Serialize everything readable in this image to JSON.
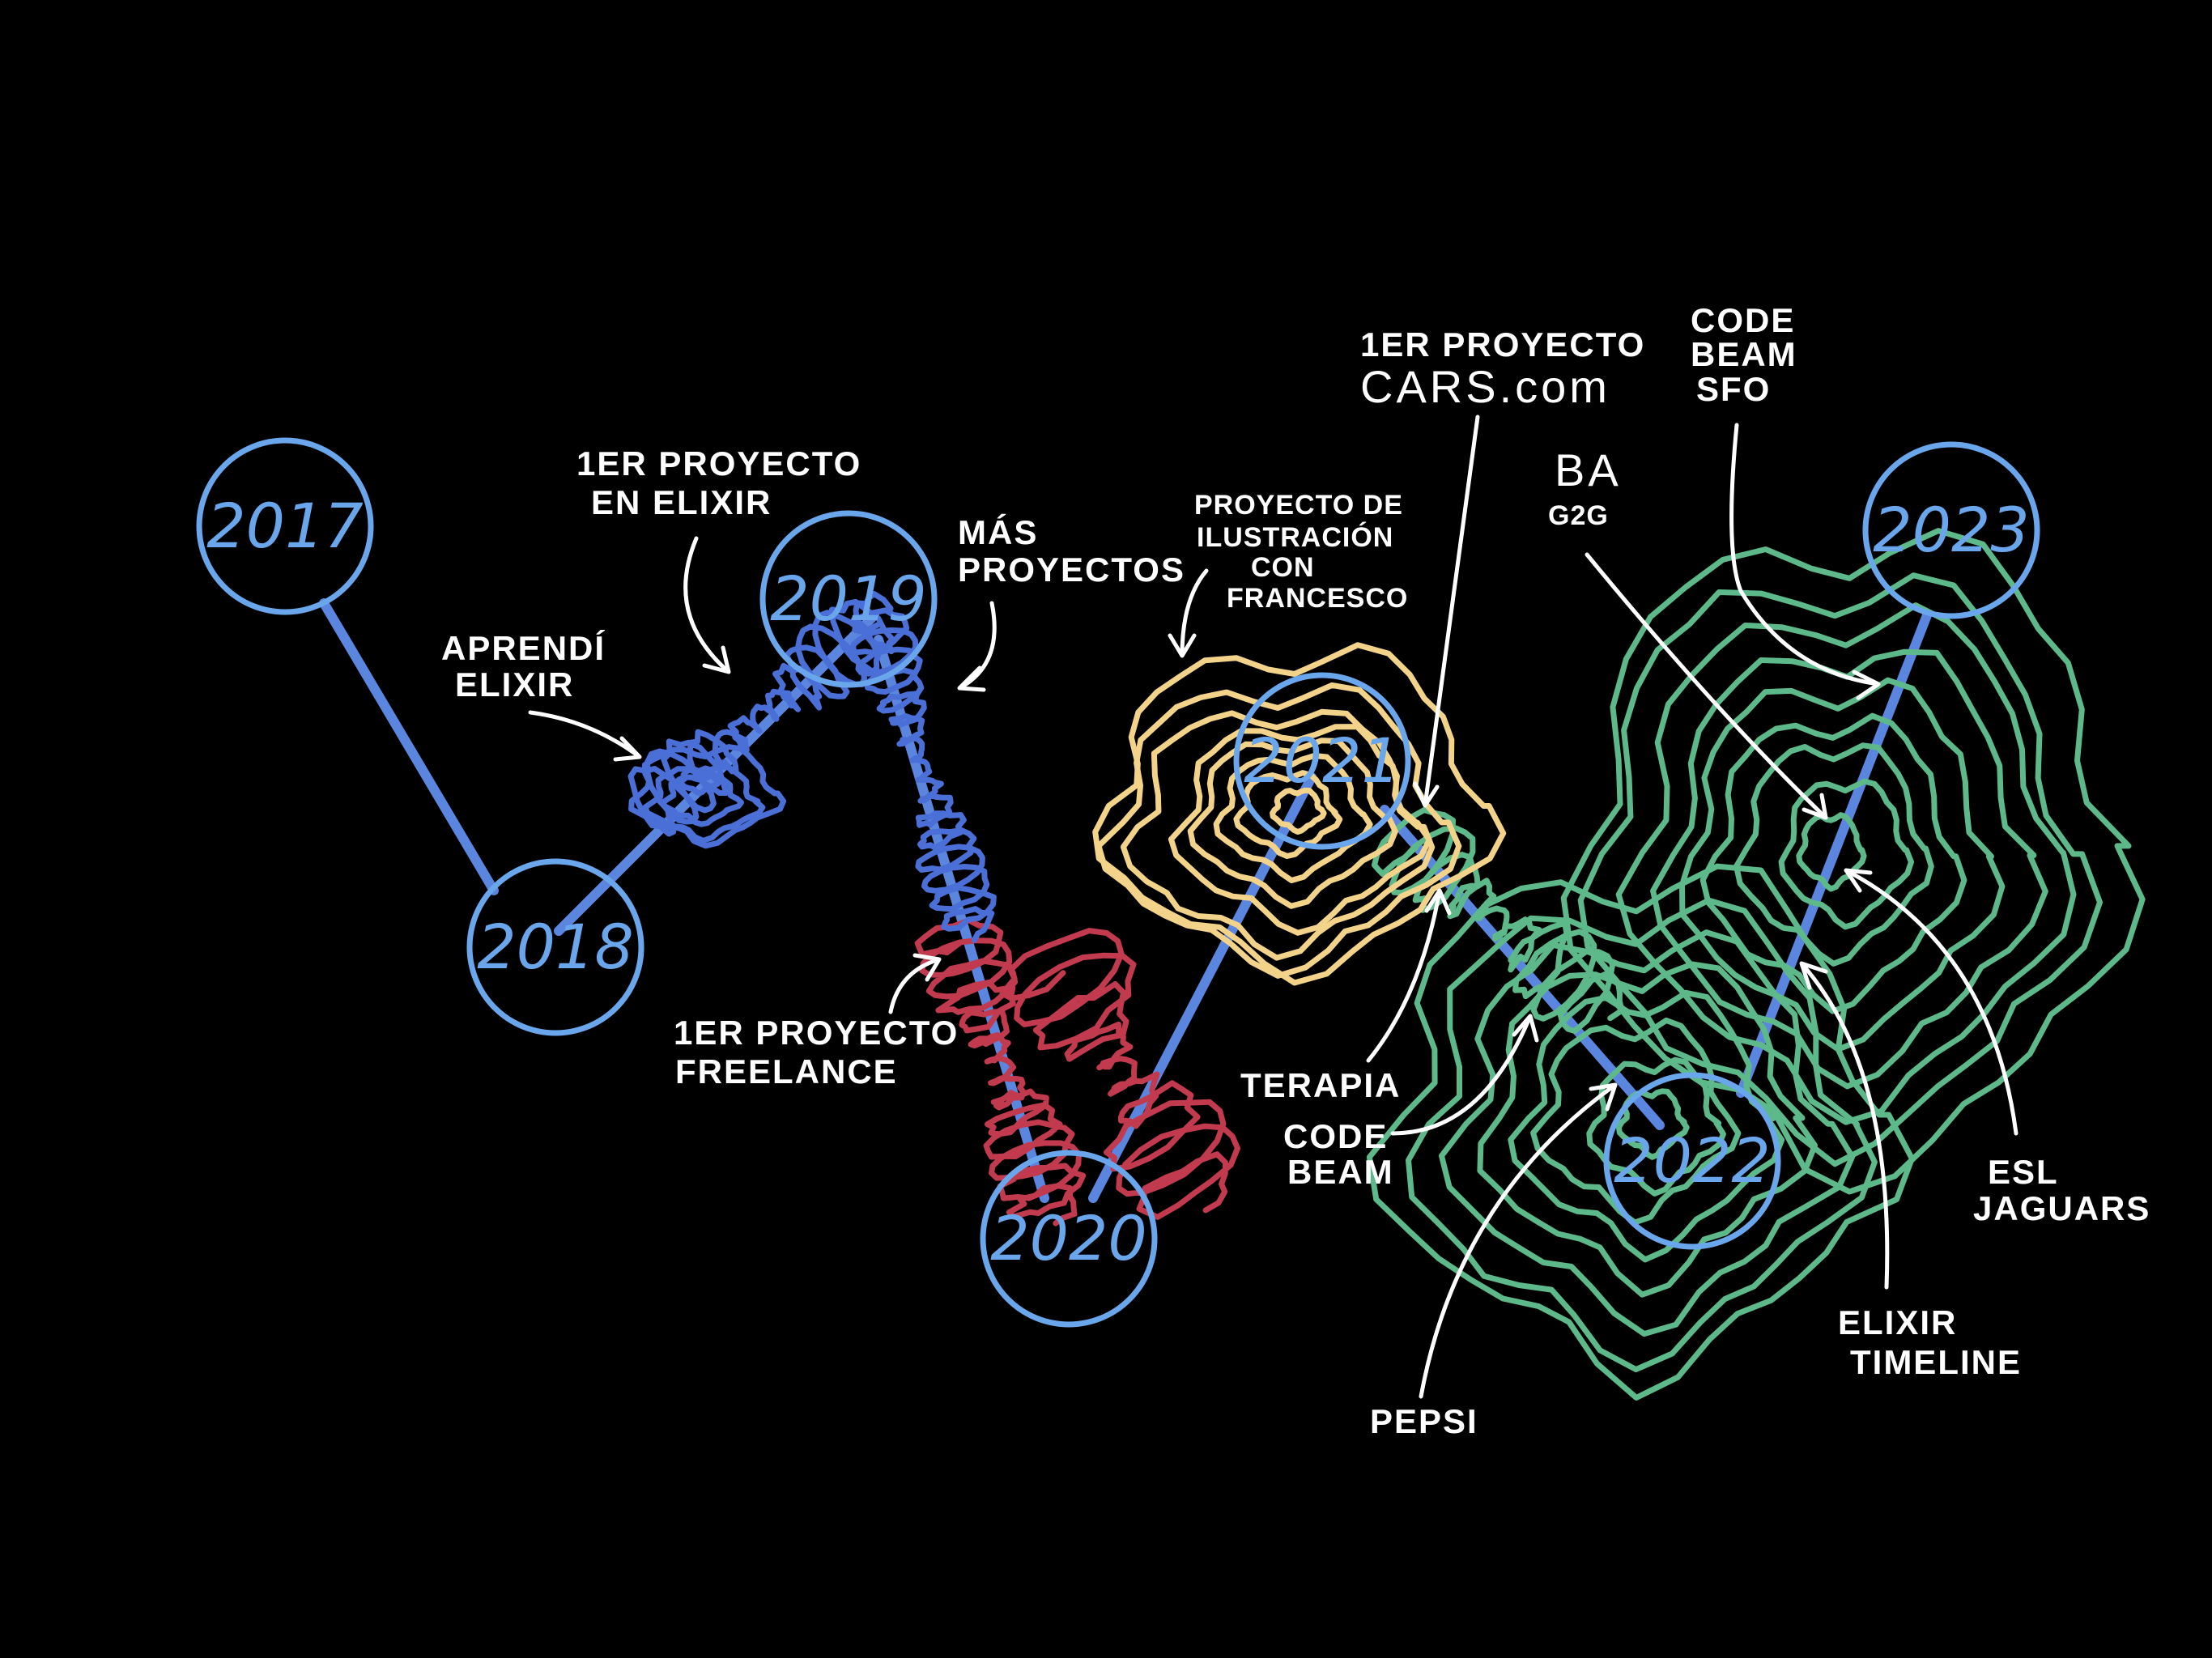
{
  "colors": {
    "background": "#000000",
    "circle": "#6aa6ec",
    "blue_scribble": "#4a6fd6",
    "red_scribble": "#c23a4e",
    "yellow_scribble": "#f3d38a",
    "green_scribble": "#5db98a",
    "text": "#ffffff"
  },
  "years": {
    "y2017": "2017",
    "y2018": "2018",
    "y2019": "2019",
    "y2020": "2020",
    "y2021": "2021",
    "y2022": "2022",
    "y2023": "2023"
  },
  "notes": {
    "aprendi_1": "APRENDÍ",
    "aprendi_2": "ELIXIR",
    "primer_elixir_1": "1ER PROYECTO",
    "primer_elixir_2": "EN ELIXIR",
    "mas_1": "MÁS",
    "mas_2": "PROYECTOS",
    "freelance_1": "1ER PROYECTO",
    "freelance_2": "FREELANCE",
    "ilustracion_1": "PROYECTO DE",
    "ilustracion_2": "ILUSTRACIÓN",
    "ilustracion_3": "CON",
    "ilustracion_4": "FRANCESCO",
    "cars_1": "1ER PROYECTO",
    "cars_2": "CARS.com",
    "codebeam_sfo_1": "CODE",
    "codebeam_sfo_2": "BEAM",
    "codebeam_sfo_3": "SFO",
    "ba_1": "BA",
    "ba_2": "G2G",
    "terapia": "TERAPIA",
    "codebeam_1": "CODE",
    "codebeam_2": "BEAM",
    "pepsi": "PEPSI",
    "elixir_timeline_1": "ELIXIR",
    "elixir_timeline_2": "TIMELINE",
    "esl_1": "ESL",
    "esl_2": "JAGUARS"
  }
}
